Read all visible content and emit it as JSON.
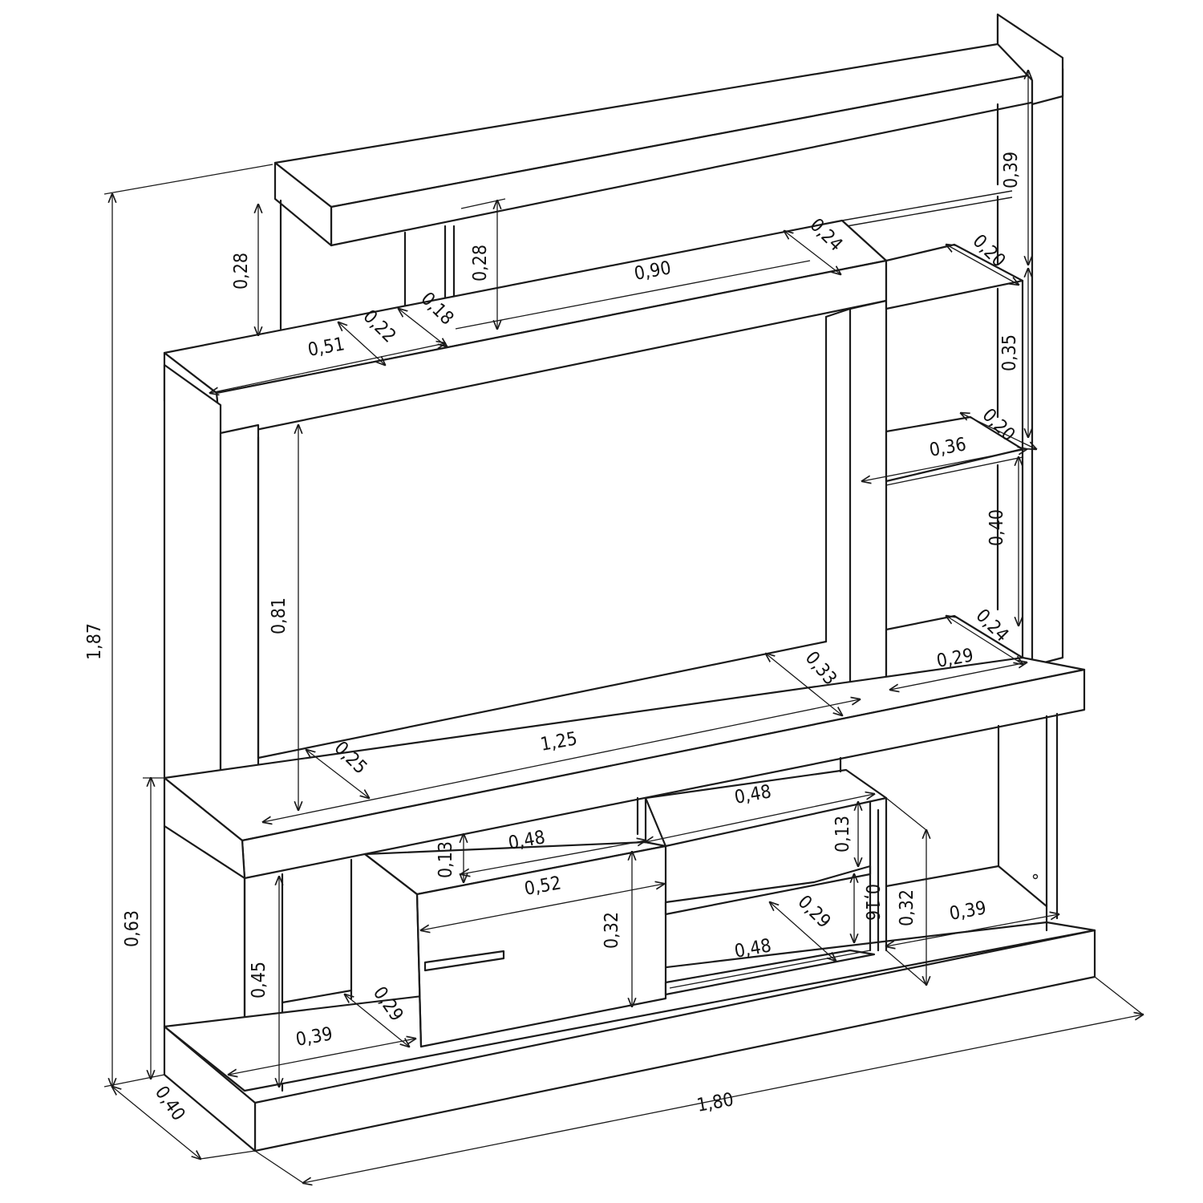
{
  "colors": {
    "line": "#1a1a1a",
    "background": "#ffffff"
  },
  "dimensions": {
    "overall_height": "1,87",
    "overall_width": "1,80",
    "overall_depth": "0,40",
    "base_height": "0,63",
    "top_left_riser_height": "0,28",
    "top_center_riser_height": "0,28",
    "top_left_width": "0,51",
    "top_left_depth": "0,22",
    "top_center_depth": "0,18",
    "bridge_width": "0,90",
    "bridge_depth": "0,24",
    "right_column_top_height": "0,39",
    "right_shelf_top_depth": "0,20",
    "right_shelf_top_height": "0,35",
    "right_shelf_mid_depth": "0,20",
    "right_shelf_mid_width": "0,36",
    "right_shelf_low_height": "0,40",
    "right_shelf_low_depth": "0,24",
    "right_shelf_low_width": "0,29",
    "tv_niche_height": "0,81",
    "tv_niche_width": "1,25",
    "tv_niche_depth": "0,25",
    "tv_niche_right_depth": "0,33",
    "drawer_top_width": "0,48",
    "drawer_top_height": "0,13",
    "drawer_front_width": "0,52",
    "drawer_front_height": "0,32",
    "center_shelf_top_width": "0,48",
    "center_shelf_top_height": "0,13",
    "center_shelf_low_height": "0,16",
    "center_shelf_low_depth": "0,29",
    "center_shelf_low_width": "0,48",
    "right_base_height": "0,32",
    "right_base_width": "0,39",
    "left_base_height": "0,45",
    "left_base_depth": "0,29",
    "left_base_width": "0,39"
  }
}
